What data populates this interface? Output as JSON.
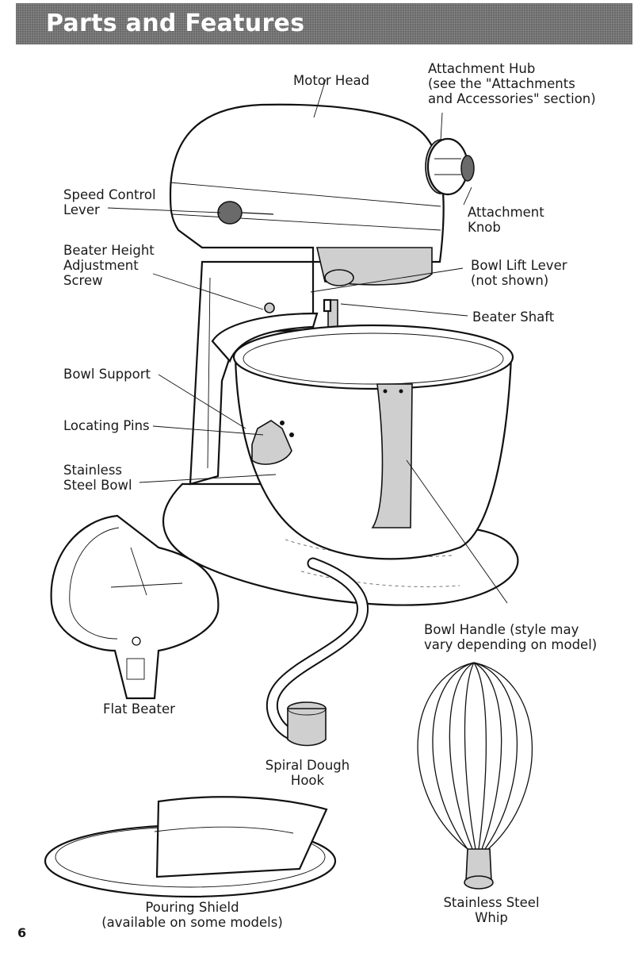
{
  "header": {
    "title": "Parts and Features"
  },
  "labels": {
    "motor_head": "Motor Head",
    "attachment_hub": [
      "Attachment Hub",
      "(see the \"Attachments",
      "and Accessories\" section)"
    ],
    "speed_control": [
      "Speed Control",
      "Lever"
    ],
    "attachment_knob": [
      "Attachment",
      "Knob"
    ],
    "beater_height": [
      "Beater Height",
      "Adjustment",
      "Screw"
    ],
    "bowl_lift": [
      "Bowl Lift Lever",
      "(not shown)"
    ],
    "beater_shaft": "Beater Shaft",
    "bowl_support": "Bowl Support",
    "locating_pins": "Locating Pins",
    "stainless_bowl": [
      "Stainless",
      "Steel Bowl"
    ],
    "bowl_handle": [
      "Bowl Handle (style may",
      "vary depending on model)"
    ],
    "flat_beater": "Flat Beater",
    "dough_hook": [
      "Spiral Dough",
      "Hook"
    ],
    "whip": [
      "Stainless Steel",
      "Whip"
    ],
    "pouring_shield": [
      "Pouring Shield",
      "(available on some models)"
    ]
  },
  "page_number": "6"
}
